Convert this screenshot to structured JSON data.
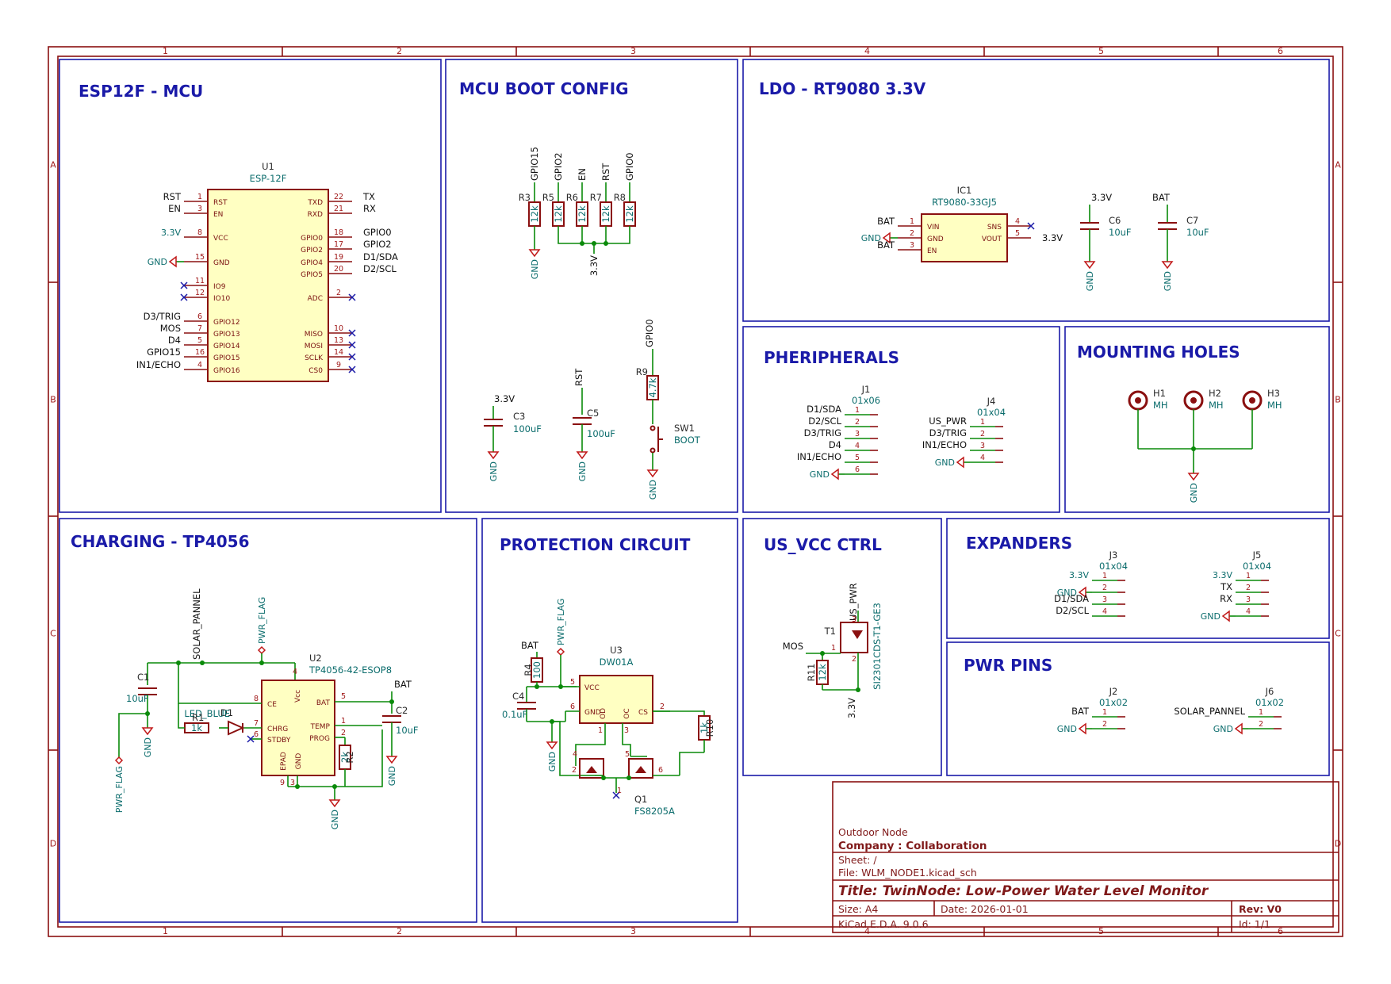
{
  "frame": {
    "col_labels": [
      "1",
      "2",
      "3",
      "4",
      "5",
      "6"
    ],
    "row_labels": [
      "A",
      "B",
      "C",
      "D"
    ]
  },
  "sections": {
    "mcu": "ESP12F - MCU",
    "boot": "MCU BOOT CONFIG",
    "ldo": "LDO - RT9080 3.3V",
    "periph": "PHERIPHERALS",
    "holes": "MOUNTING HOLES",
    "charging": "CHARGING - TP4056",
    "protection": "PROTECTION CIRCUIT",
    "usvcc": "US_VCC CTRL",
    "expanders": "EXPANDERS",
    "pwrpins": "PWR PINS"
  },
  "common": {
    "gnd": "GND",
    "v33": "3.3V",
    "bat": "BAT",
    "pwr_flag": "PWR_FLAG"
  },
  "u1": {
    "ref": "U1",
    "value": "ESP-12F",
    "left_pins": [
      {
        "num": "1",
        "name": "RST",
        "net": "RST"
      },
      {
        "num": "3",
        "name": "EN",
        "net": "EN"
      },
      {
        "num": "8",
        "name": "VCC",
        "net": "3.3V"
      },
      {
        "num": "15",
        "name": "GND",
        "net": "GND"
      },
      {
        "num": "11",
        "name": "IO9",
        "net": ""
      },
      {
        "num": "12",
        "name": "IO10",
        "net": ""
      },
      {
        "num": "6",
        "name": "GPIO12",
        "net": "D3/TRIG"
      },
      {
        "num": "7",
        "name": "GPIO13",
        "net": "MOS"
      },
      {
        "num": "5",
        "name": "GPIO14",
        "net": "D4"
      },
      {
        "num": "16",
        "name": "GPIO15",
        "net": "GPIO15"
      },
      {
        "num": "4",
        "name": "GPIO16",
        "net": "IN1/ECHO"
      }
    ],
    "right_pins": [
      {
        "num": "22",
        "name": "TXD",
        "net": "TX"
      },
      {
        "num": "21",
        "name": "RXD",
        "net": "RX"
      },
      {
        "num": "18",
        "name": "GPIO0",
        "net": "GPIO0"
      },
      {
        "num": "17",
        "name": "GPIO2",
        "net": "GPIO2"
      },
      {
        "num": "19",
        "name": "GPIO4",
        "net": "D1/SDA"
      },
      {
        "num": "20",
        "name": "GPIO5",
        "net": "D2/SCL"
      },
      {
        "num": "2",
        "name": "ADC",
        "net": ""
      },
      {
        "num": "10",
        "name": "MISO",
        "net": ""
      },
      {
        "num": "13",
        "name": "MOSI",
        "net": ""
      },
      {
        "num": "14",
        "name": "SCLK",
        "net": ""
      },
      {
        "num": "9",
        "name": "CS0",
        "net": ""
      }
    ]
  },
  "boot": {
    "resistors": [
      {
        "ref": "R3",
        "value": "12k",
        "net": "GPIO15"
      },
      {
        "ref": "R5",
        "value": "12k",
        "net": "GPIO2"
      },
      {
        "ref": "R6",
        "value": "12k",
        "net": "EN"
      },
      {
        "ref": "R7",
        "value": "12k",
        "net": "RST"
      },
      {
        "ref": "R8",
        "value": "12k",
        "net": "GPIO0"
      }
    ],
    "c3": {
      "ref": "C3",
      "value": "100uF"
    },
    "c5": {
      "ref": "C5",
      "value": "100uF",
      "net": "RST"
    },
    "r9": {
      "ref": "R9",
      "value": "4.7k",
      "net": "GPIO0"
    },
    "sw1": {
      "ref": "SW1",
      "value": "BOOT"
    }
  },
  "ldo": {
    "ic1": {
      "ref": "IC1",
      "value": "RT9080-33GJ5",
      "left_pins": [
        {
          "num": "1",
          "name": "VIN",
          "net": "BAT"
        },
        {
          "num": "2",
          "name": "GND",
          "net": "GND"
        },
        {
          "num": "3",
          "name": "EN",
          "net": "BAT"
        }
      ],
      "right_pins": [
        {
          "num": "4",
          "name": "SNS",
          "net": ""
        },
        {
          "num": "5",
          "name": "VOUT",
          "net": "3.3V"
        }
      ]
    },
    "c6": {
      "ref": "C6",
      "value": "10uF"
    },
    "c7": {
      "ref": "C7",
      "value": "10uF"
    }
  },
  "periph": {
    "j1": {
      "ref": "J1",
      "value": "01x06",
      "pins": [
        {
          "num": "1",
          "net": "D1/SDA"
        },
        {
          "num": "2",
          "net": "D2/SCL"
        },
        {
          "num": "3",
          "net": "D3/TRIG"
        },
        {
          "num": "4",
          "net": "D4"
        },
        {
          "num": "5",
          "net": "IN1/ECHO"
        },
        {
          "num": "6",
          "net": "GND"
        }
      ]
    },
    "j4": {
      "ref": "J4",
      "value": "01x04",
      "pins": [
        {
          "num": "1",
          "net": "US_PWR"
        },
        {
          "num": "2",
          "net": "D3/TRIG"
        },
        {
          "num": "3",
          "net": "IN1/ECHO"
        },
        {
          "num": "4",
          "net": "GND"
        }
      ]
    }
  },
  "holes": [
    {
      "ref": "H1",
      "value": "MH"
    },
    {
      "ref": "H2",
      "value": "MH"
    },
    {
      "ref": "H3",
      "value": "MH"
    }
  ],
  "charging": {
    "solar_net": "SOLAR_PANNEL",
    "c1": {
      "ref": "C1",
      "value": "10uF"
    },
    "r1": {
      "ref": "R1",
      "value": "1k"
    },
    "d1": {
      "ref": "D1",
      "value": "LED_BLUE"
    },
    "u2": {
      "ref": "U2",
      "value": "TP4056-42-ESOP8",
      "pins": {
        "ce": "CE",
        "vcc": "Vcc",
        "chrg": "CHRG",
        "stdby": "STDBY",
        "epad": "EPAD",
        "gnd": "GND",
        "bat": "BAT",
        "temp": "TEMP",
        "prog": "PROG"
      },
      "nums": {
        "vcc": "4",
        "ce": "8",
        "chrg": "7",
        "stdby": "6",
        "epad": "9",
        "gnd": "3",
        "bat": "5",
        "temp": "1",
        "prog": "2"
      }
    },
    "r2": {
      "ref": "R2",
      "value": "2k"
    },
    "c2": {
      "ref": "C2",
      "value": "10uF"
    }
  },
  "protection": {
    "r4": {
      "ref": "R4",
      "value": "100"
    },
    "c4": {
      "ref": "C4",
      "value": "0.1uF"
    },
    "u3": {
      "ref": "U3",
      "value": "DW01A",
      "pins": {
        "vcc": "VCC",
        "gnd": "GND",
        "od": "OD",
        "oc": "OC",
        "cs": "CS"
      },
      "nums": {
        "vcc": "5",
        "gnd": "6",
        "od": "1",
        "oc": "3",
        "cs": "2"
      }
    },
    "r10": {
      "ref": "R10",
      "value": "1k"
    },
    "q1": {
      "ref": "Q1",
      "value": "FS8205A",
      "nums": [
        "4",
        "2",
        "5",
        "6",
        "1"
      ]
    }
  },
  "usvcc": {
    "t1": {
      "ref": "T1",
      "value": "SI2301CDS-T1-GE3",
      "nums": [
        "3",
        "1",
        "2"
      ]
    },
    "net_top": "US_PWR",
    "mos": "MOS",
    "r11": {
      "ref": "R11",
      "value": "12k"
    }
  },
  "expanders": {
    "j3": {
      "ref": "J3",
      "value": "01x04",
      "pins": [
        {
          "num": "1",
          "net": "3.3V"
        },
        {
          "num": "2",
          "net": "GND"
        },
        {
          "num": "3",
          "net": "D1/SDA"
        },
        {
          "num": "4",
          "net": "D2/SCL"
        }
      ]
    },
    "j5": {
      "ref": "J5",
      "value": "01x04",
      "pins": [
        {
          "num": "1",
          "net": "3.3V"
        },
        {
          "num": "2",
          "net": "TX"
        },
        {
          "num": "3",
          "net": "RX"
        },
        {
          "num": "4",
          "net": "GND"
        }
      ]
    }
  },
  "pwrpins": {
    "j2": {
      "ref": "J2",
      "value": "01x02",
      "pins": [
        {
          "num": "1",
          "net": "BAT"
        },
        {
          "num": "2",
          "net": "GND"
        }
      ]
    },
    "j6": {
      "ref": "J6",
      "value": "01x02",
      "pins": [
        {
          "num": "1",
          "net": "SOLAR_PANNEL"
        },
        {
          "num": "2",
          "net": "GND"
        }
      ]
    }
  },
  "title_block": {
    "project": "Outdoor Node",
    "company": "Company : Collaboration",
    "sheet": "Sheet: /",
    "file": "File: WLM_NODE1.kicad_sch",
    "title": "Title: TwinNode: Low-Power Water Level Monitor",
    "size": "Size: A4",
    "date": "Date: 2026-01-01",
    "rev": "Rev: V0",
    "tool": "KiCad E.D.A. 9.0.6",
    "id": "Id: 1/1"
  }
}
